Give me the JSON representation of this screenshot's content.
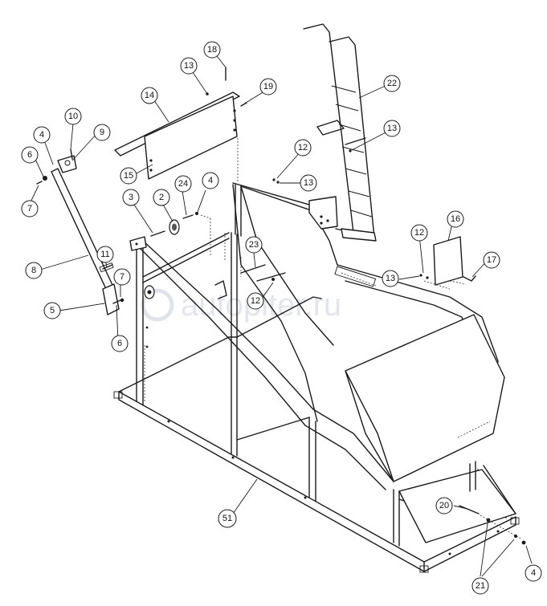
{
  "watermark": {
    "text": "autopiter.ru"
  },
  "callouts": [
    {
      "id": "c18",
      "label": "18"
    },
    {
      "id": "c13a",
      "label": "13"
    },
    {
      "id": "c19",
      "label": "19"
    },
    {
      "id": "c14",
      "label": "14"
    },
    {
      "id": "c10",
      "label": "10"
    },
    {
      "id": "c4a",
      "label": "4"
    },
    {
      "id": "c9",
      "label": "9"
    },
    {
      "id": "c6a",
      "label": "6"
    },
    {
      "id": "c7a",
      "label": "7"
    },
    {
      "id": "c15",
      "label": "15"
    },
    {
      "id": "c3",
      "label": "3"
    },
    {
      "id": "c2",
      "label": "2"
    },
    {
      "id": "c24",
      "label": "24"
    },
    {
      "id": "c4b",
      "label": "4"
    },
    {
      "id": "c12a",
      "label": "12"
    },
    {
      "id": "c13b",
      "label": "13"
    },
    {
      "id": "c22",
      "label": "22"
    },
    {
      "id": "c13c",
      "label": "13"
    },
    {
      "id": "c16",
      "label": "16"
    },
    {
      "id": "c12b",
      "label": "12"
    },
    {
      "id": "c17",
      "label": "17"
    },
    {
      "id": "c13d",
      "label": "13"
    },
    {
      "id": "c8",
      "label": "8"
    },
    {
      "id": "c11",
      "label": "11"
    },
    {
      "id": "c7b",
      "label": "7"
    },
    {
      "id": "c5",
      "label": "5"
    },
    {
      "id": "c6b",
      "label": "6"
    },
    {
      "id": "c23",
      "label": "23"
    },
    {
      "id": "c12c",
      "label": "12"
    },
    {
      "id": "c51",
      "label": "51"
    },
    {
      "id": "c20",
      "label": "20"
    },
    {
      "id": "c21",
      "label": "21"
    },
    {
      "id": "c4c",
      "label": "4"
    }
  ]
}
